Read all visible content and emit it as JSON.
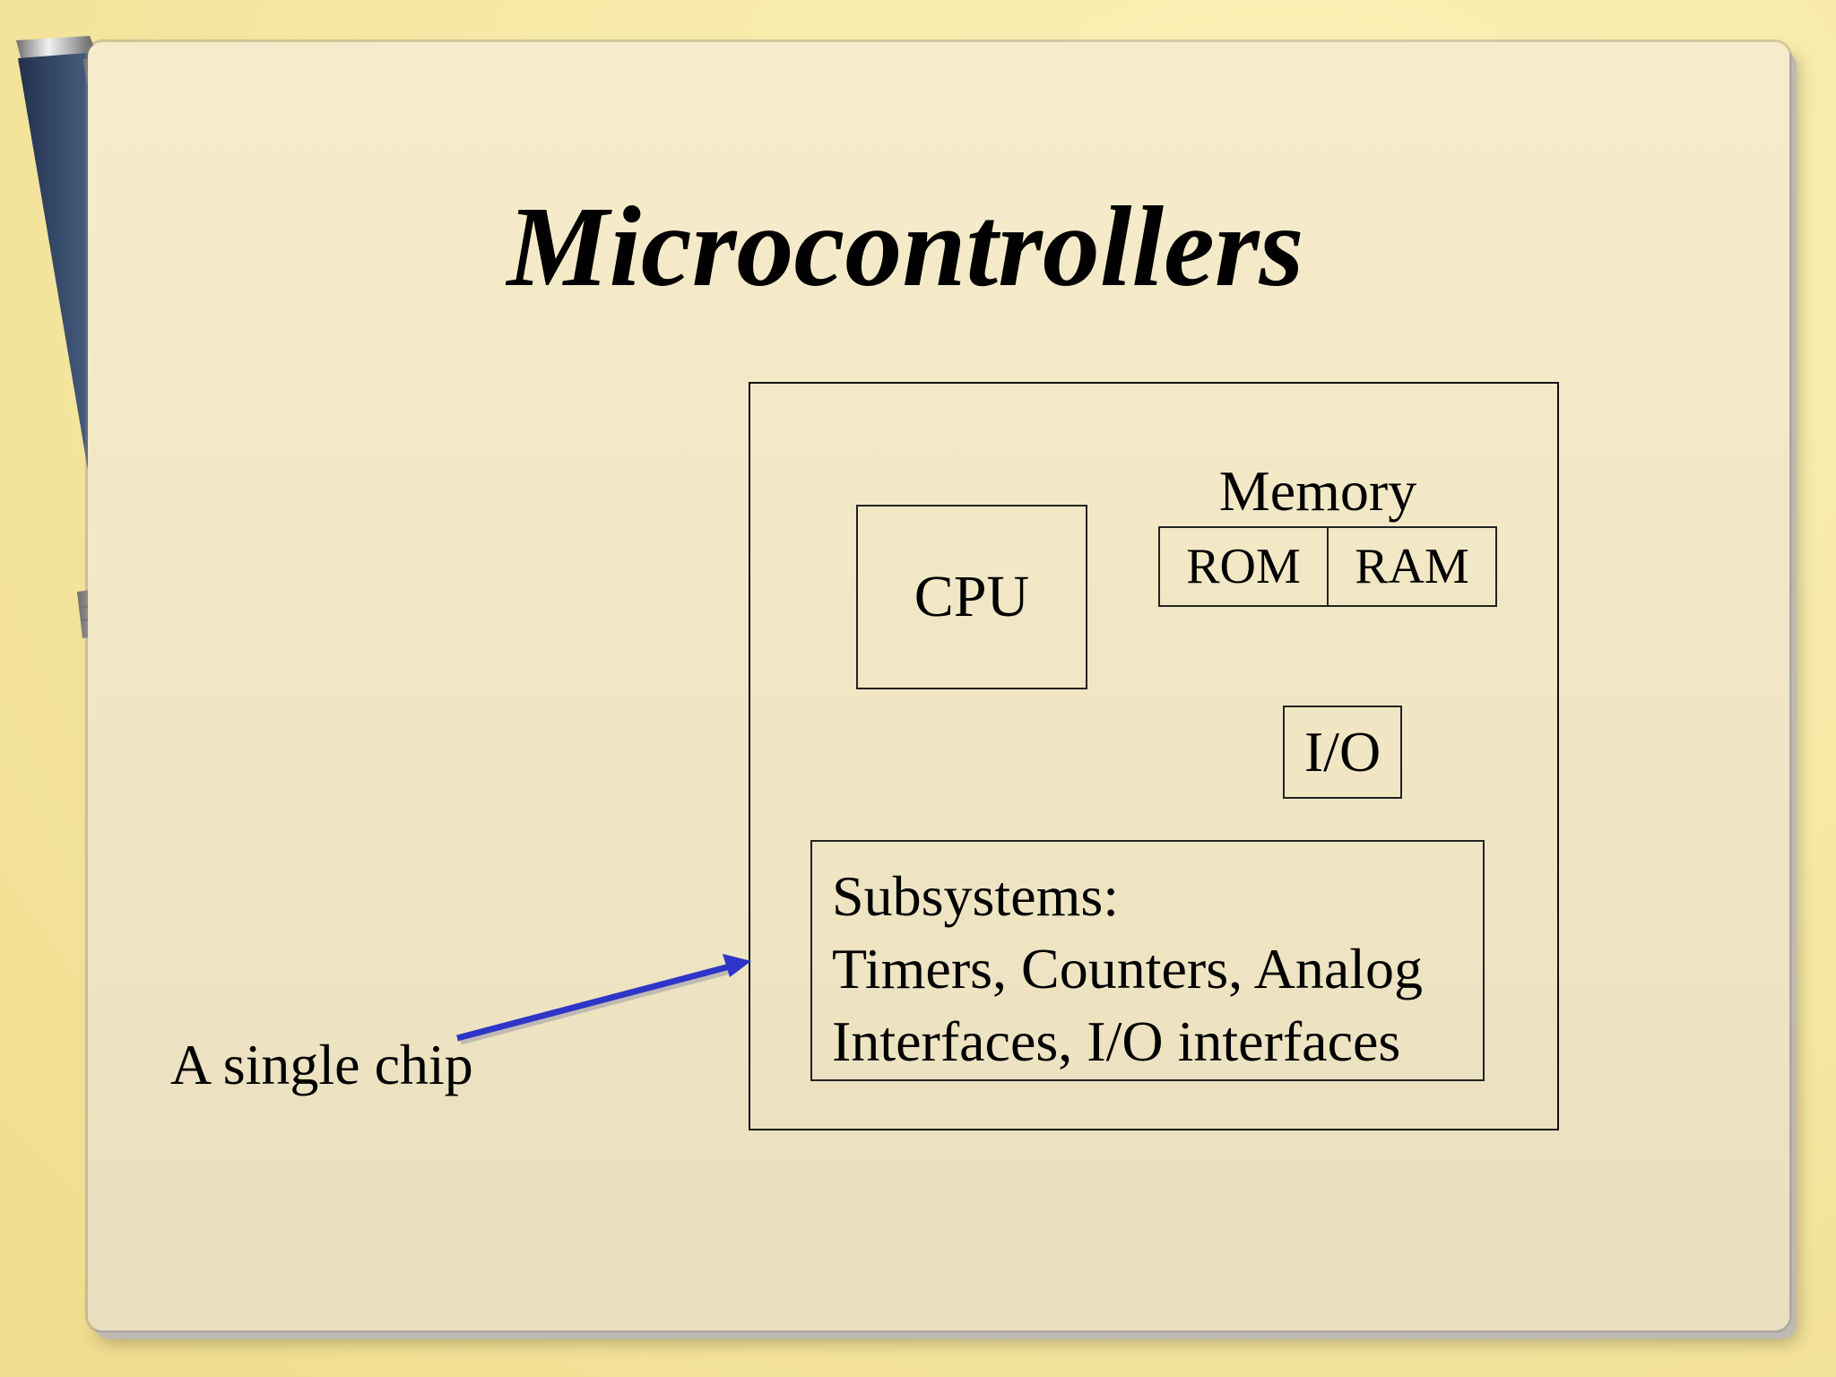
{
  "slide": {
    "title": "Microcontrollers"
  },
  "diagram": {
    "cpu_label": "CPU",
    "memory_label": "Memory",
    "rom_label": "ROM",
    "ram_label": "RAM",
    "io_label": "I/O",
    "subsystems": {
      "heading": "Subsystems:",
      "line1": "Timers, Counters, Analog",
      "line2": "Interfaces, I/O interfaces"
    },
    "callout_label": "A single chip"
  },
  "colors": {
    "background": "#f7e9a6",
    "slide": "#f3e8c6",
    "pen_body": "#3b5172",
    "arrow": "#2f35c8"
  }
}
